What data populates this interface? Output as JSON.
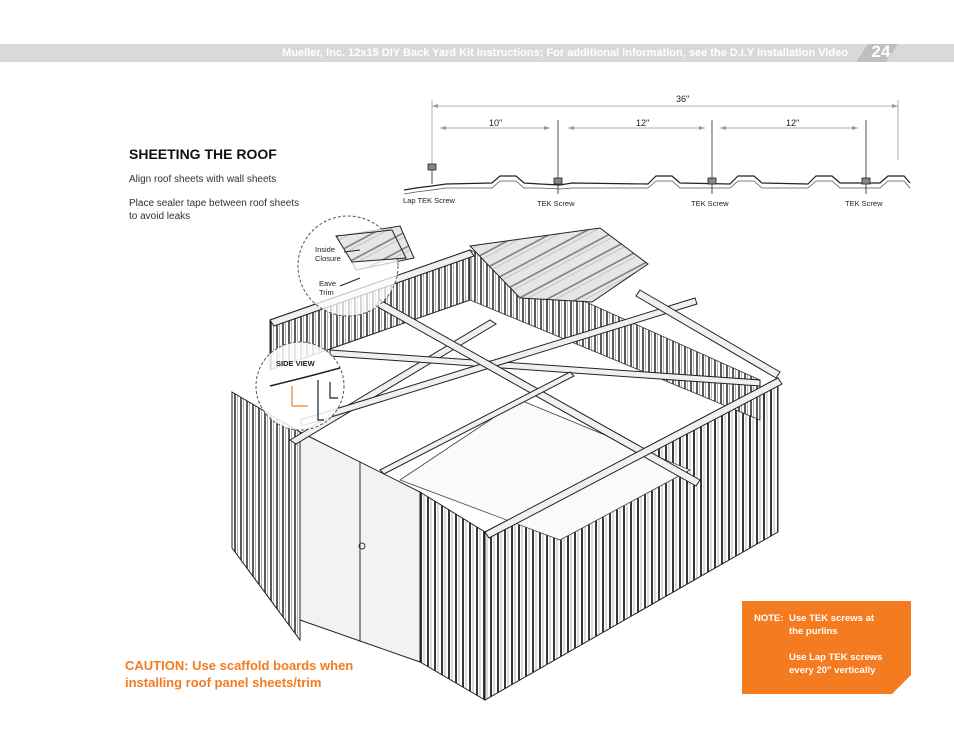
{
  "header": {
    "title": "Mueller, Inc. 12x15 DIY Back Yard Kit Instructions; For additional information, see the D.I.Y Installation Video",
    "page_number": "24"
  },
  "section": {
    "title": "SHEETING THE ROOF",
    "instruction_1": "Align roof sheets with wall sheets",
    "instruction_2_line1": "Place sealer tape between roof sheets",
    "instruction_2_line2": "to avoid leaks"
  },
  "diagram": {
    "dim_total": "36\"",
    "dim_1": "10\"",
    "dim_2": "12\"",
    "dim_3": "12\"",
    "lap_screw_label": "Lap TEK Screw",
    "tek_screw_label": "TEK Screw",
    "inside_closure_line1": "Inside",
    "inside_closure_line2": "Closure",
    "eave_trim_line1": "Eave",
    "eave_trim_line2": "Trim",
    "side_view_label": "SIDE  VIEW"
  },
  "caution": {
    "line1": "CAUTION: Use scaffold boards when",
    "line2": "installing roof panel sheets/trim"
  },
  "note": {
    "prefix": "NOTE:",
    "line1": "Use TEK screws at",
    "line2": "the purlins",
    "line3": "Use Lap TEK screws",
    "line4": "every 20\" vertically",
    "color": "#f47b20"
  },
  "colors": {
    "accent": "#f47b20",
    "header_band": "#d9d9d9"
  }
}
